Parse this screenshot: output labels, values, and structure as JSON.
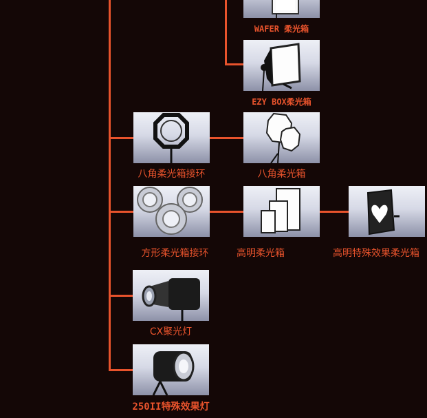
{
  "colors": {
    "background": "#140706",
    "connector": "#e8532c",
    "label": "#e8532c"
  },
  "products": {
    "wafer": {
      "label": "WAFER 柔光箱",
      "icon": "wafer-softbox-icon"
    },
    "ezy_box": {
      "label": "EZY BOX柔光箱",
      "icon": "ezy-box-softbox-icon"
    },
    "octa_ring": {
      "label": "八角柔光箱接环",
      "icon": "octagonal-speed-ring-icon"
    },
    "octa_box": {
      "label": "八角柔光箱",
      "icon": "octagonal-softbox-icon"
    },
    "square_ring": {
      "label": "方形柔光箱接环",
      "icon": "square-speed-ring-icon"
    },
    "bright_box": {
      "label": "高明柔光箱",
      "icon": "bright-softbox-icon"
    },
    "effect_box": {
      "label": "高明特殊效果柔光箱",
      "icon": "special-effect-softbox-icon"
    },
    "cx_spot": {
      "label": "CX聚光灯",
      "icon": "cx-spotlight-icon"
    },
    "fresnel_250": {
      "label": "250II特殊效果灯",
      "icon": "special-effect-light-icon"
    }
  }
}
